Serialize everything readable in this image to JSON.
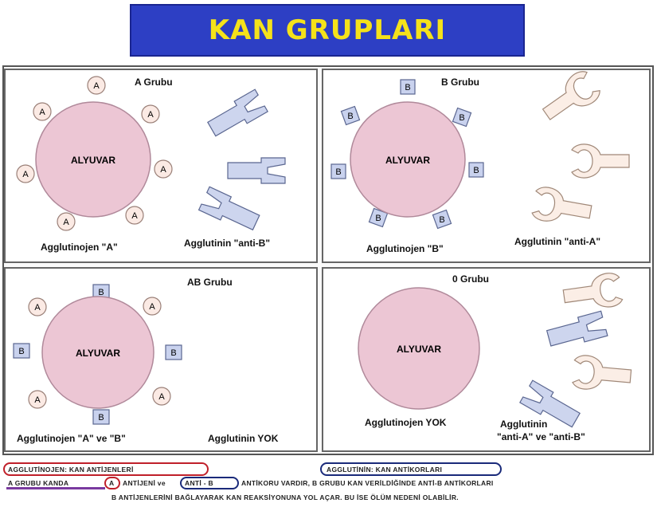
{
  "title": "KAN GRUPLARI",
  "colors": {
    "title_bg": "#2d3fc4",
    "title_text": "#f5e21a",
    "cell_fill": "#ecc6d4",
    "cell_stroke": "#b0899a",
    "antigen_a_fill": "#fbeae4",
    "antigen_b_fill": "#c9d2ee",
    "antibody_b_fill": "#cdd5ee",
    "antibody_a_fill": "#fbeee6"
  },
  "cell_label": "ALYUVAR",
  "antigen_letters": {
    "a": "A",
    "b": "B"
  },
  "panels": {
    "a": {
      "title": "A Grubu",
      "left_caption": "Agglutinojen \"A\"",
      "right_caption": "Agglutinin \"anti-B\""
    },
    "b": {
      "title": "B Grubu",
      "left_caption": "Agglutinojen \"B\"",
      "right_caption": "Agglutinin \"anti-A\""
    },
    "ab": {
      "title": "AB Grubu",
      "left_caption": "Agglutinojen \"A\" ve \"B\"",
      "right_caption": "Agglutinin YOK"
    },
    "o": {
      "title": "0 Grubu",
      "left_caption": "Agglutinojen YOK",
      "right_caption_line1": "Agglutinin",
      "right_caption_line2": "\"anti-A\" ve \"anti-B\""
    }
  },
  "footer": {
    "antigen_def": "AGGLUTİNOJEN: KAN ANTİJENLERİ",
    "antibody_def": "AGGLUTİNİN: KAN ANTİKORLARI",
    "line2_start": "A GRUBU KANDA",
    "line2_a": "A",
    "line2_mid": "ANTİJENİ ve",
    "line2_anti": "ANTİ - B",
    "line2_end": "ANTİKORU VARDIR, B GRUBU KAN VERİLDİĞİNDE ANTİ-B ANTİKORLARI",
    "line3": "B ANTİJENLERİNİ BAĞLAYARAK KAN REAKSİYONUNA YOL AÇAR. BU İSE ÖLÜM NEDENİ OLABİLİR."
  }
}
